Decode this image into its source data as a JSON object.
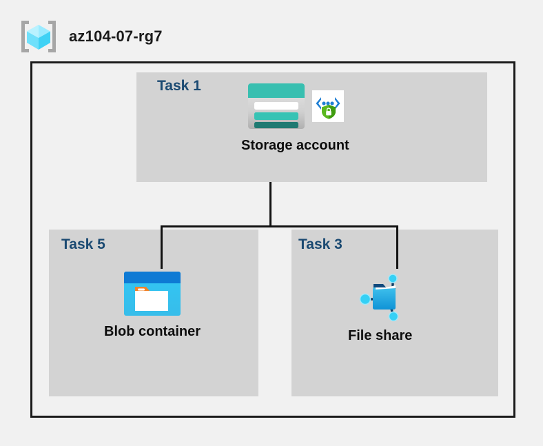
{
  "header": {
    "icon": "resource-group-cube-icon",
    "title": "az104-07-rg7"
  },
  "diagram": {
    "frame_name": "resource-group-boundary",
    "frame_border_color": "#1a1a1a",
    "background_color": "#f1f1f1",
    "box_fill_color": "#d3d3d3",
    "task_label_color": "#1b4a72",
    "caption_color": "#0d0d0d",
    "connector_color": "#111111",
    "boxes": [
      {
        "id": "task-1",
        "task_label": "Task 1",
        "resource_name": "Storage account",
        "icons": [
          "storage-account-icon",
          "secure-endpoint-shield-icon"
        ]
      },
      {
        "id": "task-5",
        "task_label": "Task 5",
        "resource_name": "Blob container",
        "icons": [
          "blob-container-icon"
        ]
      },
      {
        "id": "task-3",
        "task_label": "Task 3",
        "resource_name": "File share",
        "icons": [
          "file-share-icon"
        ]
      }
    ],
    "connectors": [
      {
        "from": "task-1",
        "to": "task-5"
      },
      {
        "from": "task-1",
        "to": "task-3"
      }
    ]
  }
}
